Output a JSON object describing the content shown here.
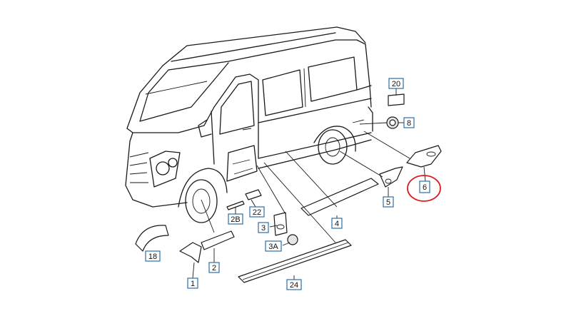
{
  "diagram": {
    "callouts": [
      {
        "id": "c20",
        "label": "20"
      },
      {
        "id": "c8",
        "label": "8"
      },
      {
        "id": "c6",
        "label": "6"
      },
      {
        "id": "c5",
        "label": "5"
      },
      {
        "id": "c4",
        "label": "4"
      },
      {
        "id": "c22",
        "label": "22"
      },
      {
        "id": "c2B",
        "label": "2B"
      },
      {
        "id": "c3",
        "label": "3"
      },
      {
        "id": "c3A",
        "label": "3A"
      },
      {
        "id": "c18",
        "label": "18"
      },
      {
        "id": "c1",
        "label": "1"
      },
      {
        "id": "c2",
        "label": "2"
      },
      {
        "id": "c24",
        "label": "24"
      }
    ],
    "highlighted_callout": "6",
    "colors": {
      "label_border": "#2c6fa8",
      "highlight": "#d81e1e",
      "line": "#1a1a1a"
    }
  }
}
